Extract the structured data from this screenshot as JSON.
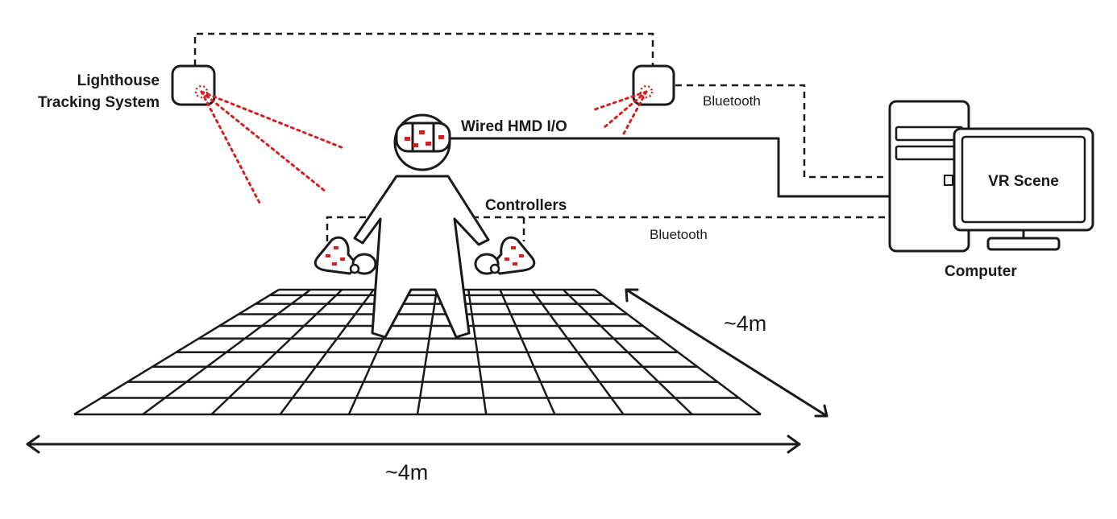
{
  "labels": {
    "lighthouse_line1": "Lighthouse",
    "lighthouse_line2": "Tracking System",
    "bluetooth_top": "Bluetooth",
    "wired_hmd": "Wired HMD I/O",
    "controllers": "Controllers",
    "bluetooth_bottom": "Bluetooth",
    "vr_scene": "VR Scene",
    "computer": "Computer",
    "dim_depth": "~4m",
    "dim_width": "~4m"
  },
  "colors": {
    "ink": "#1a1a1a",
    "tracking_beam": "#d42020"
  },
  "icons": [
    "lighthouse-base-station",
    "vr-headset",
    "vr-controller",
    "desktop-tower",
    "monitor",
    "person-figure",
    "floor-grid"
  ]
}
